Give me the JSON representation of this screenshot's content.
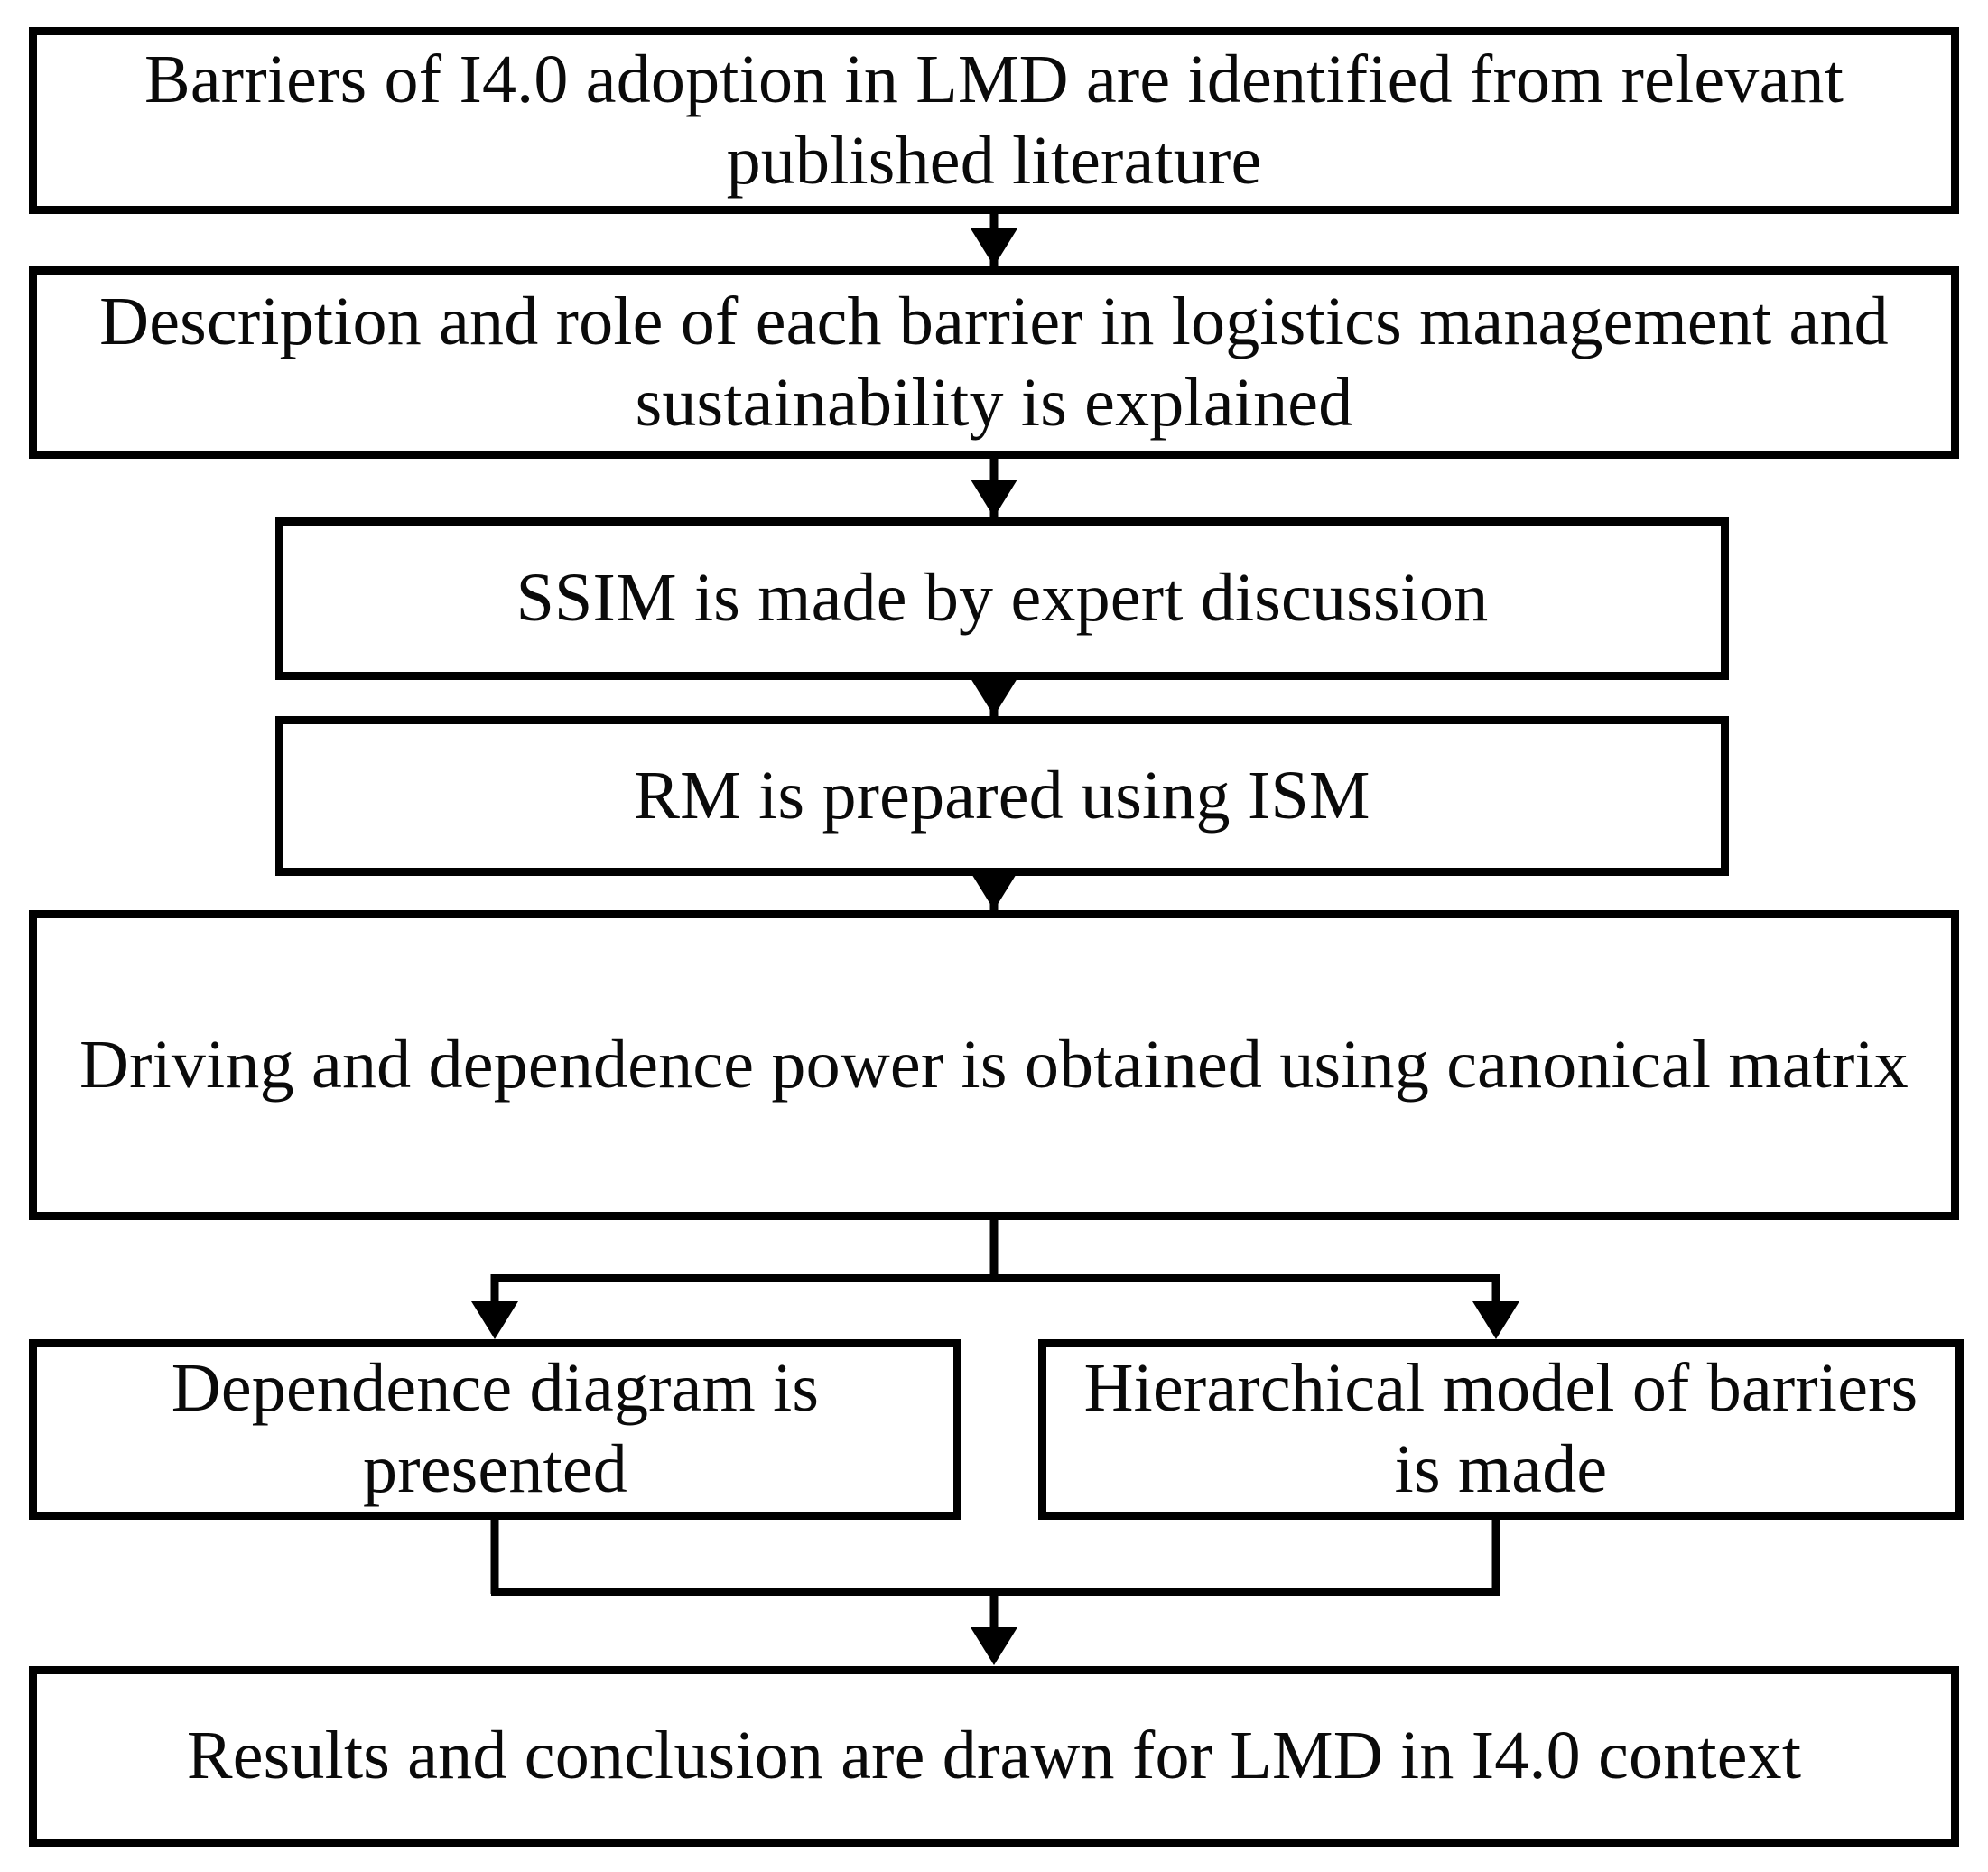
{
  "diagram": {
    "title": "Research methodology flowchart for barriers of I4.0 adoption in LMD",
    "colors": {
      "stroke": "#000000",
      "fill": "#ffffff",
      "text": "#0a0a0a"
    },
    "nodes": [
      {
        "id": "barriers",
        "label": "Barriers of I4.0 adoption in LMD are identified from relevant published literature"
      },
      {
        "id": "description",
        "label": "Description and role of each barrier in logistics management and sustainability is explained"
      },
      {
        "id": "ssim",
        "label": "SSIM is made by expert discussion"
      },
      {
        "id": "rm",
        "label": "RM is prepared using ISM"
      },
      {
        "id": "driving",
        "label": "Driving and dependence power is obtained using canonical matrix"
      },
      {
        "id": "dependence",
        "label": "Dependence diagram is presented"
      },
      {
        "id": "hierarchical",
        "label": "Hierarchical model of barriers is made"
      },
      {
        "id": "results",
        "label": "Results and conclusion are drawn for LMD in I4.0 context"
      }
    ],
    "edges": [
      {
        "id": "e1",
        "from": "barriers",
        "to": "description",
        "type": "straight-down"
      },
      {
        "id": "e2",
        "from": "description",
        "to": "ssim",
        "type": "straight-down"
      },
      {
        "id": "e3",
        "from": "ssim",
        "to": "rm",
        "type": "straight-down"
      },
      {
        "id": "e4",
        "from": "rm",
        "to": "driving",
        "type": "straight-down"
      },
      {
        "id": "e5",
        "from": "driving",
        "to": "dependence",
        "type": "split-left"
      },
      {
        "id": "e6",
        "from": "driving",
        "to": "hierarchical",
        "type": "split-right"
      },
      {
        "id": "e7",
        "from": "dependence",
        "to": "results",
        "type": "join-left"
      },
      {
        "id": "e8",
        "from": "hierarchical",
        "to": "results",
        "type": "join-right"
      }
    ]
  }
}
